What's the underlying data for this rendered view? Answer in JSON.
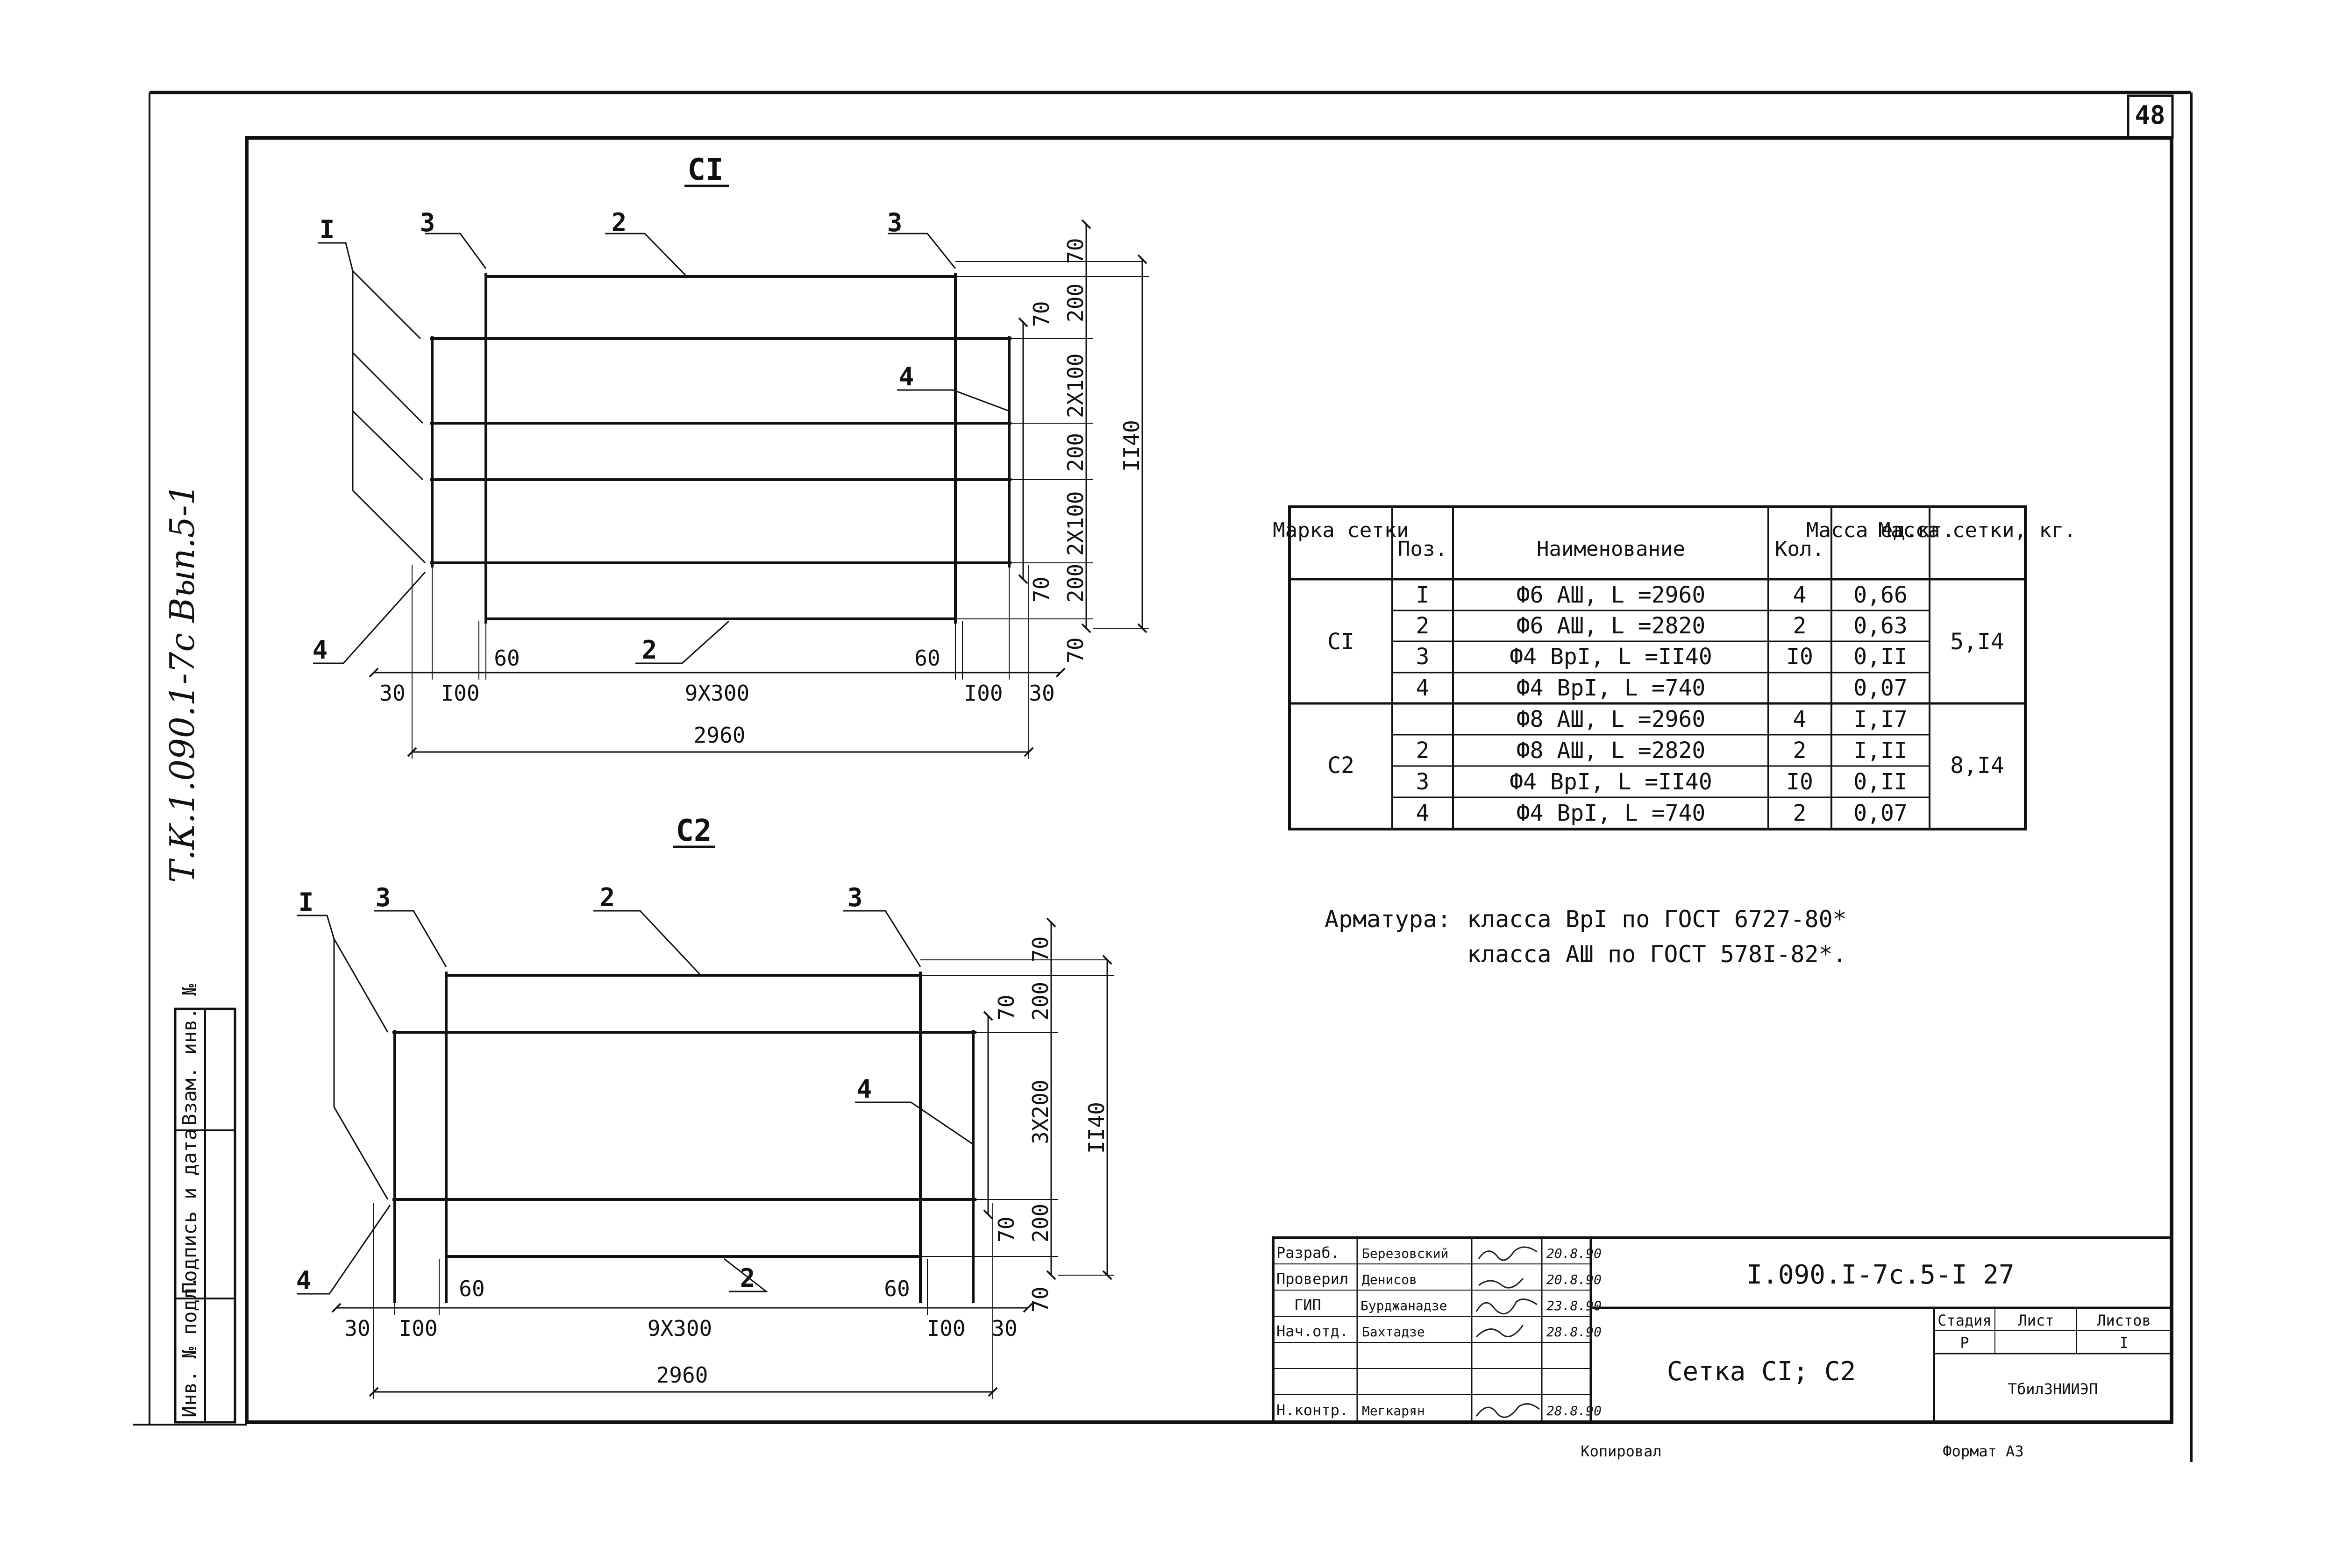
{
  "sheet": {
    "page_number": "48",
    "side_title": "Т.К.1.090.1-7с  Вып.5-1",
    "side_stamp": [
      "Инв. № подл.",
      "Подпись и дата",
      "Взам. инв. №"
    ],
    "copied": "Копировал",
    "format": "Формат А3"
  },
  "meshes": [
    {
      "mark": "СI",
      "labels": {
        "p1": "I",
        "p2": "2",
        "p3": "3",
        "p4": "4"
      },
      "dims": {
        "right": [
          "70",
          "200",
          "70",
          "2Х100",
          "200",
          "2Х100",
          "200",
          "70",
          "70"
        ],
        "total_height": "II40",
        "bottom": [
          "30",
          "I00",
          "60",
          "9Х300",
          "60",
          "I00",
          "30"
        ],
        "total_length": "2960"
      }
    },
    {
      "mark": "С2",
      "labels": {
        "p1": "I",
        "p2": "2",
        "p3": "3",
        "p4": "4"
      },
      "dims": {
        "right": [
          "70",
          "200",
          "70",
          "3Х200",
          "200",
          "70",
          "70"
        ],
        "total_height": "II40",
        "bottom": [
          "30",
          "I00",
          "60",
          "9Х300",
          "60",
          "I00",
          "30"
        ],
        "total_length": "2960"
      }
    }
  ],
  "spec_table": {
    "headers": [
      "Марка сетки",
      "Поз.",
      "Наименование",
      "Кол.",
      "Масса ед.кг.",
      "Масса сетки, кг."
    ],
    "groups": [
      {
        "mark": "СI",
        "total": "5,I4",
        "rows": [
          {
            "pos": "I",
            "name": "Ф6 АШ, L =2960",
            "qty": "4",
            "mass": "0,66"
          },
          {
            "pos": "2",
            "name": "Ф6 АШ, L =2820",
            "qty": "2",
            "mass": "0,63"
          },
          {
            "pos": "3",
            "name": "Ф4 ВрI, L =II40",
            "qty": "I0",
            "mass": "0,II"
          },
          {
            "pos": "4",
            "name": "Ф4 ВрI, L =740",
            "qty": "",
            "mass": "0,07"
          }
        ]
      },
      {
        "mark": "С2",
        "total": "8,I4",
        "rows": [
          {
            "pos": "",
            "name": "Ф8 АШ, L =2960",
            "qty": "4",
            "mass": "I,I7"
          },
          {
            "pos": "2",
            "name": "Ф8 АШ, L =2820",
            "qty": "2",
            "mass": "I,II"
          },
          {
            "pos": "3",
            "name": "Ф4 ВрI, L =II40",
            "qty": "I0",
            "mass": "0,II"
          },
          {
            "pos": "4",
            "name": "Ф4 ВрI, L =740",
            "qty": "2",
            "mass": "0,07"
          }
        ]
      }
    ]
  },
  "notes": {
    "label": "Арматура:",
    "lines": [
      "класса ВрI по ГОСТ 6727-80*",
      "класса АШ по ГОСТ 578I-82*."
    ]
  },
  "title_block": {
    "roles": [
      "Разраб.",
      "Проверил",
      "ГИП",
      "Нач.отд.",
      "",
      "",
      "Н.контр."
    ],
    "names": [
      "Березовский",
      "Денисов",
      "Бурджанадзе",
      "Бахтадзе",
      "",
      "",
      "Мегкарян"
    ],
    "dates": [
      "20.8.90",
      "20.8.90",
      "23.8.90",
      "28.8.90",
      "",
      "",
      "28.8.90"
    ],
    "code": "I.090.I-7с.5-I 27",
    "sheet_title": "Сетка СI; С2",
    "stage_header": [
      "Стадия",
      "Лист",
      "Листов"
    ],
    "stage_values": [
      "Р",
      "",
      "I"
    ],
    "org": "ТбилЗНИИЭП"
  }
}
